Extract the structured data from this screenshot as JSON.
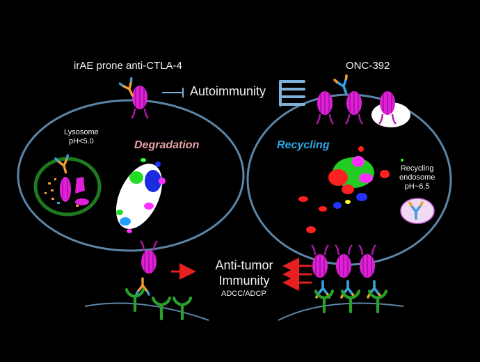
{
  "labels": {
    "left_title": "irAE prone anti-CTLA-4",
    "right_title": "ONC-392",
    "autoimmunity": "Autoimmunity",
    "lysosome_line1": "Lysosome",
    "lysosome_line2": "pH<5.0",
    "degradation": "Degradation",
    "recycling": "Recycling",
    "recycling_endosome_line1": "Recycling",
    "recycling_endosome_line2": "endosome",
    "recycling_endosome_line3": "pH~6.5",
    "antitumor_line1": "Anti-tumor",
    "antitumor_line2": "Immunity",
    "adcc": "ADCC/ADCP"
  },
  "colors": {
    "background": "#000000",
    "cell_membrane": "#5c86a8",
    "ctla4": "#e020d8",
    "antibody_arm_orange": "#f0a030",
    "antibody_arm_blue": "#3aa0e0",
    "fc_receptor": "#2aa02a",
    "lysosome_ring": "#1e7a1e",
    "red_arrow": "#e62020",
    "inhibit_arrow": "#7fb0d8"
  },
  "icons": {
    "ctla4_receptor": "ctla4-receptor-icon",
    "antibody": "antibody-icon",
    "fc_receptor": "fc-receptor-icon",
    "lysosome": "lysosome-icon",
    "endosome": "recycling-endosome-icon"
  }
}
